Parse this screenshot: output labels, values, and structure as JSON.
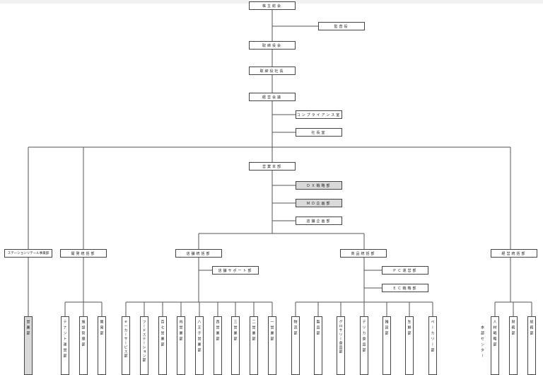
{
  "top": {
    "shareholders": "株主総会",
    "auditor": "監査役",
    "board": "取締役会",
    "president": "取締役社長",
    "management_council": "経営会議",
    "compliance": "コンプライアンス室",
    "presidents_office": "社長室"
  },
  "business": {
    "hq": "営業本部",
    "dx_strategy": "ＤＸ戦略部",
    "md_planning": "ＭＤ企画部",
    "store_planning": "店舗企画部"
  },
  "divisions": {
    "station_retail": "ステーションリテール事業部",
    "development": "開発統括部",
    "store_ops": "店舗統括部",
    "store_support": "店舗サポート部",
    "merchandise": "商品統括部",
    "pc_ops": "ＰＣ運営部",
    "ec_strategy": "ＥＣ戦略部",
    "admin": "経営統括部"
  },
  "departments": {
    "station_sales": "営業部",
    "tenant_ops": "テナント運営部",
    "facility_mgmt": "施設管理部",
    "dev": "開発部",
    "ecar_service": "ｅ－カーサービス部",
    "food_station": "フードステーション部",
    "hyakushiki": "百七営業部",
    "nanai": "内営業部",
    "hachi": "八王子営業部",
    "nishi": "西営業部",
    "san": "三営業部",
    "ni": "二営業部",
    "ichi": "一営業部",
    "logistics": "物流部",
    "products": "製品部",
    "grocery": "グロサリー食品部",
    "deli": "デリカ食品部",
    "sundry": "雑貨部",
    "fresh": "生鮮部",
    "bakery": "ベーカリー部",
    "hr_strategy": "人材戦略部",
    "finance": "財務部",
    "general_affairs": "総務部",
    "hr_center_note": "本部センター"
  }
}
